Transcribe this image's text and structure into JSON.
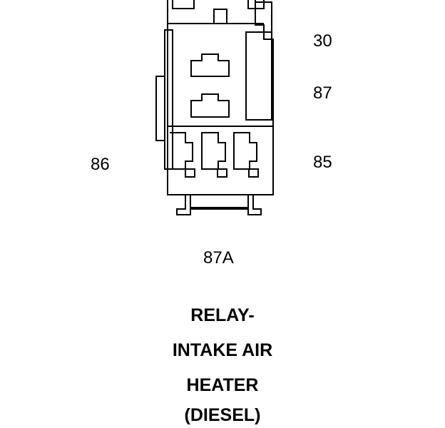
{
  "pins": {
    "p30": "30",
    "p87": "87",
    "p86": "86",
    "p85": "85",
    "p87a": "87A"
  },
  "caption": {
    "line1": "RELAY-",
    "line2": "INTAKE AIR",
    "line3": "HEATER",
    "line4": "(DIESEL)"
  },
  "colors": {
    "stroke": "#000000",
    "background": "#ffffff"
  }
}
